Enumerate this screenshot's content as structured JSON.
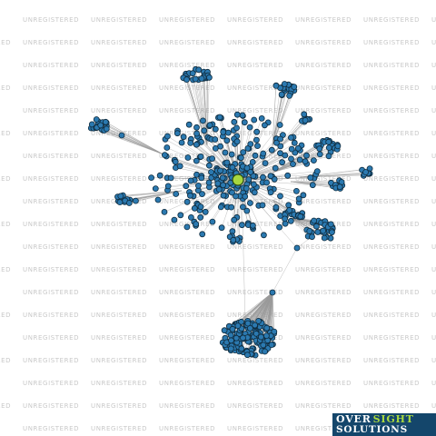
{
  "watermark": {
    "text": "UNREGISTERED",
    "color": "#c8c8c8"
  },
  "graph": {
    "node_color": "#2b79b0",
    "hub_color": "#a8d840",
    "edge_color": "#9a9a9a",
    "background": "#ffffff"
  },
  "logo": {
    "word_over": "OVER",
    "word_sight": "SIGHT",
    "word_solutions": "SOLUTIONS",
    "background": "#14466b",
    "accent": "#a8d840"
  }
}
